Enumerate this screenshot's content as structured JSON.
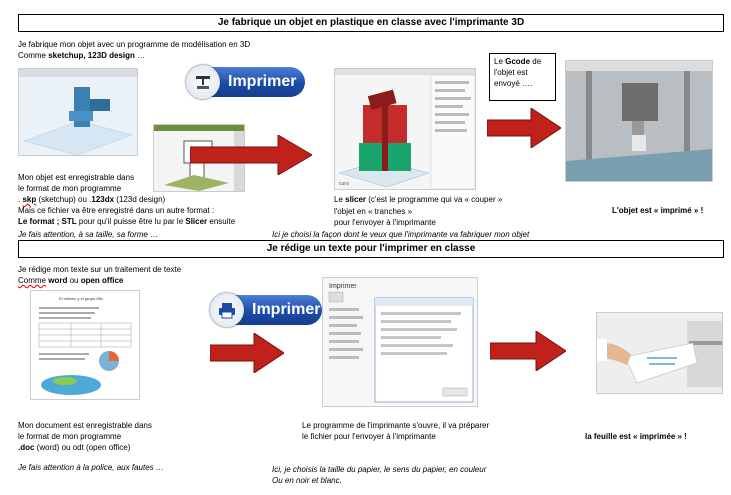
{
  "section1": {
    "title": "Je fabrique un objet en plastique en classe avec l'imprimante 3D",
    "intro_line1": "Je fabrique mon objet avec un programme de modélisation en 3D",
    "intro_line2_prefix": "Comme ",
    "intro_line2_bold": "sketchup, 123D design",
    "intro_line2_suffix": " …",
    "print_button": "Imprimer",
    "save_line1": "Mon objet est enregistrable dans",
    "save_line2": " le format de mon programme",
    "save_line3_a": ". ",
    "save_line3_b": "skp",
    "save_line3_c": " (sketchup)  ou .",
    "save_line3_d": "123dx",
    "save_line3_e": " (123d design)",
    "save_line4": "Mais ce fichier va être enregistré dans un autre format :",
    "save_line5_a": "Le format ; STL",
    "save_line5_b": " pour qu'il puisse être lu par le ",
    "save_line5_c": "Slicer",
    "save_line5_d": " ensuite",
    "attention": "Je fais attention, à sa taille, sa forme …",
    "gcode_a": "Le ",
    "gcode_b": "Gcode",
    "gcode_c": " de l'objet est envoyé   ….",
    "slicer_line1_a": "Le ",
    "slicer_line1_b": "slicer",
    "slicer_line1_c": " (c'est le programme qui va « couper »",
    "slicer_line2": "l'objet en « tranches »",
    "slicer_line3": "pour l'envoyer à l'imprimante",
    "choice": "Ici je choisi la façon dont le veux que l'imprimante va fabriquer mon objet",
    "result": "L'objet est « imprimé » !"
  },
  "section2": {
    "title": "Je rédige un texte pour l'imprimer en classe",
    "intro_line1": "Je rédige mon texte sur un traitement de texte",
    "intro_line2_a": "Comme",
    "intro_line2_b": " word",
    "intro_line2_c": " ou ",
    "intro_line2_d": "open office",
    "print_button": "Imprimer",
    "doc_title": "El milenio y el grupo Ofic",
    "print_dialog_title": "Imprimer",
    "save_line1": "Mon document est enregistrable dans",
    "save_line2": " le format de mon programme",
    "save_line3_a": ".doc",
    "save_line3_b": " (word) ou odt (open office)",
    "attention": "Je fais attention à la police, aux fautes …",
    "prog_line1": "Le programme de l'imprimante s'ouvre, il va préparer",
    "prog_line2": "le fichier pour l'envoyer à l'imprimante",
    "choice_line1": "Ici, je choisis la taille du papier, le sens du papier, en couleur",
    "choice_line2": "Ou en noir et blanc.",
    "result": "la feuille est « imprimée » !"
  },
  "colors": {
    "arrow": "#c0221b",
    "button": "#1c4ca8"
  }
}
